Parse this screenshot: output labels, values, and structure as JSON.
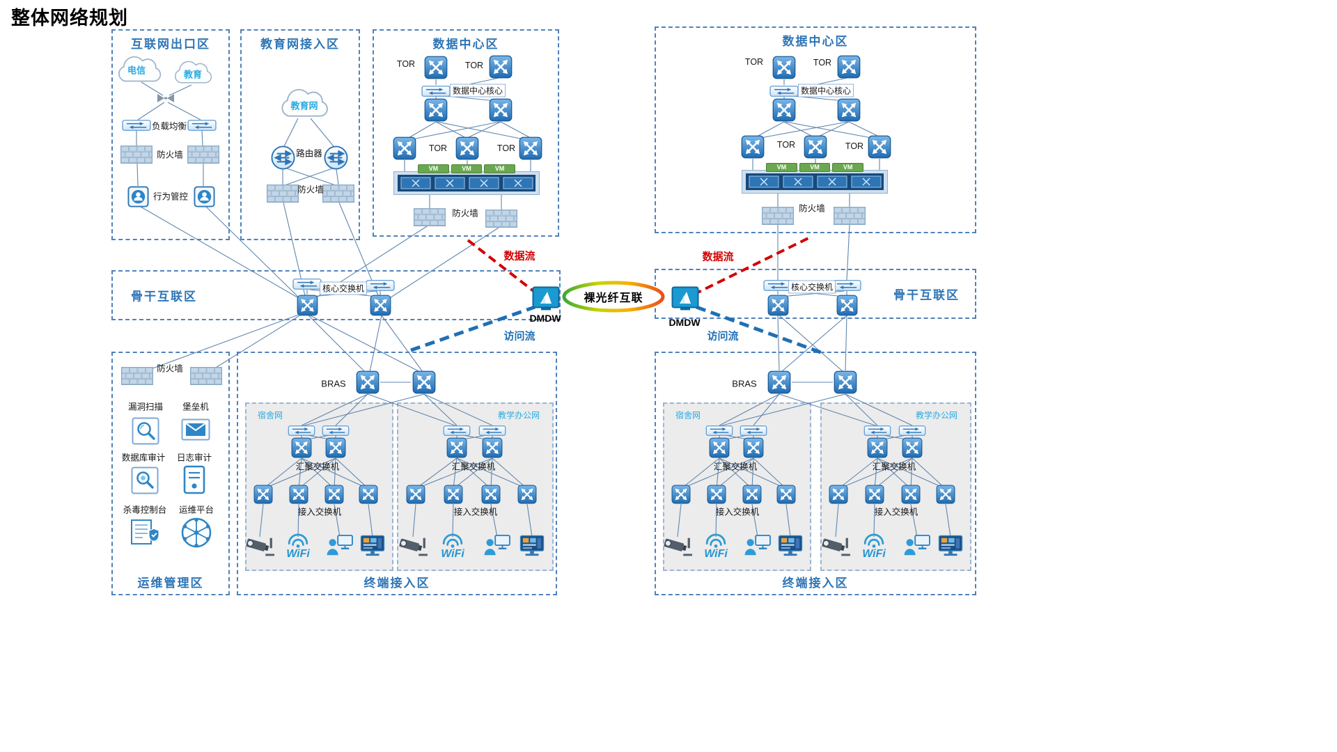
{
  "title": "整体网络规划",
  "zones": {
    "internet_exit": "互联网出口区",
    "edu_access": "教育网接入区",
    "data_center": "数据中心区",
    "backbone": "骨干互联区",
    "ops_mgmt": "运维管理区",
    "terminal_access": "终端接入区"
  },
  "labels": {
    "telecom": "电信",
    "education": "教育",
    "edu_net": "教育网",
    "load_balance": "负载均衡",
    "firewall": "防火墙",
    "behavior": "行为管控",
    "router": "路由器",
    "tor": "TOR",
    "dc_core": "数据中心核心",
    "vm": "VM",
    "core_switch": "核心交换机",
    "bras": "BRAS",
    "dorm_net": "宿舍网",
    "office_net": "教学办公网",
    "agg_switch": "汇聚交换机",
    "access_switch": "接入交换机",
    "wifi": "WiFi",
    "dmdw": "DMDW",
    "fiber": "裸光纤互联",
    "data_flow": "数据流",
    "access_flow": "访问流"
  },
  "ops_tools": {
    "vuln_scan": "漏洞扫描",
    "bastion": "堡垒机",
    "db_audit": "数据库审计",
    "log_audit": "日志审计",
    "antivirus": "杀毒控制台",
    "ops_platform": "运维平台"
  },
  "colors": {
    "accent_blue": "#2e75b6",
    "light_blue": "#29abe2",
    "zone_border": "#4f81bd",
    "flow_red": "#d40000",
    "flow_blue": "#1f6fb5",
    "vm_green": "#6aa84f"
  }
}
